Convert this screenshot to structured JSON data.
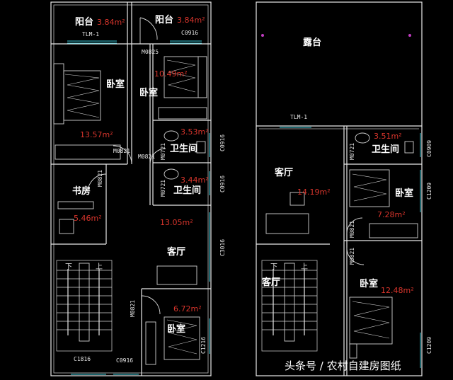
{
  "floor1": {
    "rooms": {
      "balcony_left": "阳台",
      "balcony_right": "阳台",
      "bedroom_left": "卧室",
      "bedroom_right": "卧室",
      "bathroom_upper": "卫生间",
      "bathroom_lower": "卫生间",
      "study": "书房",
      "living": "客厅",
      "bedroom_bottom": "卧室"
    },
    "areas": {
      "balcony_left": "3.84m²",
      "balcony_right": "3.84m²",
      "bedroom_right": "10.49m²",
      "bedroom_left": "13.57m²",
      "bathroom_upper": "3.53m²",
      "bathroom_lower": "3.44m²",
      "study": "5.46m²",
      "living": "13.05m²",
      "bedroom_bottom": "6.72m²"
    },
    "codes": {
      "tlm": "TLM-1",
      "c0916_top": "C0916",
      "m0825": "M0825",
      "m0821_a": "M0821",
      "m0821_b": "M0821",
      "m0821_c": "M0821",
      "m0721_a": "M0721",
      "m0721_b": "M0721",
      "c0916_a": "C0916",
      "c0916_b": "C0916",
      "c3016": "C3016",
      "m0821_d": "M0821",
      "c1216": "C1216",
      "c1816": "C1816",
      "c0916_bottom": "C0916"
    },
    "stair_arrows": {
      "down": "下",
      "up": "上"
    }
  },
  "floor2": {
    "rooms": {
      "terrace": "露台",
      "living": "客厅",
      "bathroom": "卫生间",
      "bedroom_upper": "卧室",
      "bedroom_lower": "卧室"
    },
    "areas": {
      "living": "14.19m²",
      "bathroom": "3.51m²",
      "bedroom_upper": "7.28m²",
      "bedroom_lower": "12.48m²"
    },
    "codes": {
      "tlm": "TLM-1",
      "m0721": "M0721",
      "c0909": "C0909",
      "c1209_a": "C1209",
      "m0821_a": "M0821",
      "m0821_b": "M0821",
      "c1209_b": "C1209"
    },
    "stair_arrows": {
      "down": "下",
      "up": "上"
    }
  },
  "watermark": "头条号 / 农村自建房图纸",
  "colors": {
    "background": "#000000",
    "wall": "#e8e8e8",
    "window": "#39c7d9",
    "label": "#ffffff",
    "area": "#d9352c",
    "marker": "#c03cc0"
  }
}
